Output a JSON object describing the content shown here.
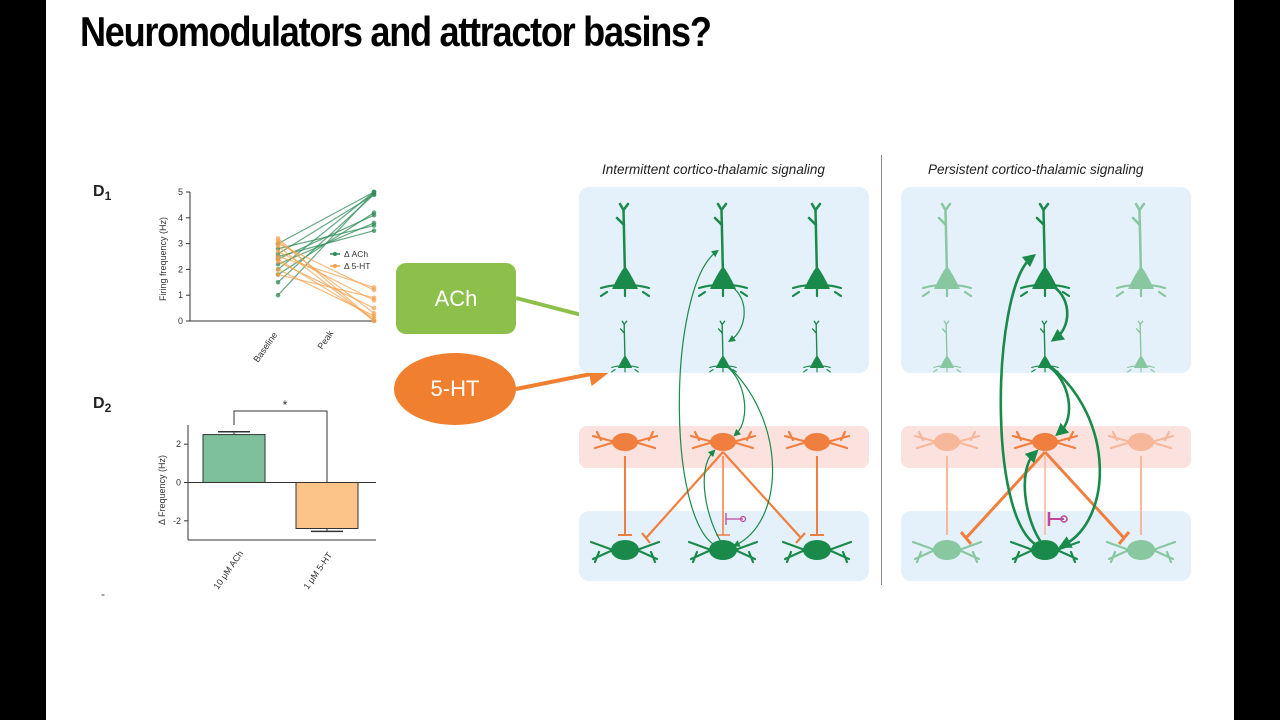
{
  "slide": {
    "title": "Neuromodulators and attractor basins?"
  },
  "panel_d1": {
    "label": "D",
    "label_sub": "1",
    "chart_data": {
      "type": "line",
      "ylabel": "Firing frequency (Hz)",
      "categories": [
        "Baseline",
        "Peak"
      ],
      "ylim": [
        0,
        5
      ],
      "yticks": [
        0,
        1,
        2,
        3,
        4,
        5
      ],
      "legend": [
        "Δ ACh",
        "Δ 5-HT"
      ],
      "series": [
        {
          "name": "Δ ACh",
          "color": "#2e8b57",
          "pairs": [
            [
              1.0,
              5.0
            ],
            [
              1.5,
              4.9
            ],
            [
              1.8,
              4.2
            ],
            [
              2.0,
              5.0
            ],
            [
              2.2,
              3.8
            ],
            [
              2.4,
              4.1
            ],
            [
              2.5,
              3.5
            ],
            [
              2.6,
              4.9
            ],
            [
              2.8,
              3.7
            ],
            [
              3.0,
              5.0
            ]
          ]
        },
        {
          "name": "Δ 5-HT",
          "color": "#f5a04a",
          "pairs": [
            [
              3.1,
              0.3
            ],
            [
              3.0,
              1.2
            ],
            [
              2.9,
              0.0
            ],
            [
              2.7,
              0.8
            ],
            [
              2.5,
              1.3
            ],
            [
              2.4,
              0.1
            ],
            [
              2.3,
              0.5
            ],
            [
              2.0,
              0.2
            ],
            [
              1.8,
              0.9
            ],
            [
              3.2,
              0.0
            ]
          ]
        }
      ]
    }
  },
  "panel_d2": {
    "label": "D",
    "label_sub": "2",
    "significance": "*",
    "chart_data": {
      "type": "bar",
      "ylabel": "Δ Frequency (Hz)",
      "categories": [
        "10 μM ACh",
        "1 μM 5-HT"
      ],
      "values": [
        2.5,
        -2.4
      ],
      "errors": [
        0.15,
        0.15
      ],
      "colors": [
        "#7fc09c",
        "#fdc48a"
      ],
      "ylim": [
        -3,
        3
      ],
      "yticks": [
        2,
        0,
        -2
      ]
    }
  },
  "modulators": {
    "ach_label": "ACh",
    "ht_label": "5-HT",
    "ach_color": "#8dc04a",
    "ht_color": "#f07f2f"
  },
  "diagram": {
    "left_caption": "Intermittent cortico-thalamic signaling",
    "right_caption": "Persistent cortico-thalamic signaling",
    "colors": {
      "cortex_bg": "#e4f0fa",
      "reticular_bg": "#fbe2de",
      "excitatory": "#1a8a4a",
      "excitatory_faded": "#88c79f",
      "inhibitory": "#f07f3f",
      "inhibitory_faded": "#f7b79b",
      "modulatory": "#c0479b"
    }
  },
  "footer": {
    "mark": "-"
  }
}
